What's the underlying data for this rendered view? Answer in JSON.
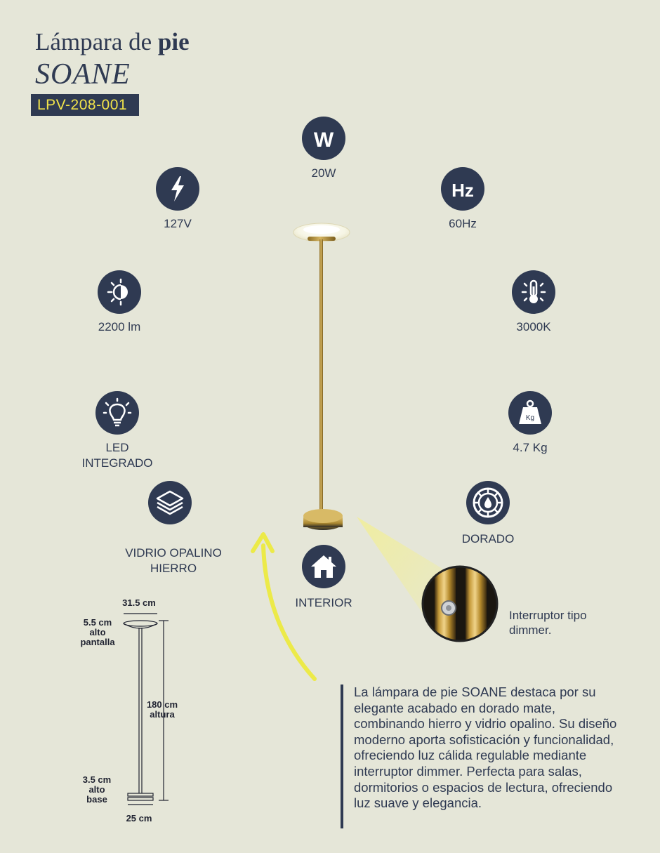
{
  "header": {
    "title_prefix": "Lámpara de ",
    "title_bold": "pie",
    "model_name": "SOANE",
    "product_code": "LPV-208-001"
  },
  "specs": {
    "watts": {
      "icon": "w-letter-icon",
      "label": "20W"
    },
    "voltage": {
      "icon": "lightning-icon",
      "label": "127V"
    },
    "frequency": {
      "icon": "hz-icon",
      "label": "60Hz"
    },
    "lumens": {
      "icon": "half-sun-icon",
      "label": "2200 lm"
    },
    "temperature": {
      "icon": "thermometer-icon",
      "label": "3000K"
    },
    "led": {
      "icon": "light-bulb-icon",
      "label_line1": "LED",
      "label_line2": "INTEGRADO"
    },
    "weight": {
      "icon": "weight-kg-icon",
      "label": "4.7 Kg",
      "icon_text": "Kg"
    },
    "materials": {
      "icon": "layers-icon",
      "label_line1": "VIDRIO OPALINO",
      "label_line2": "HIERRO"
    },
    "finish": {
      "icon": "color-drop-icon",
      "label": "DORADO"
    },
    "usage": {
      "icon": "house-icon",
      "label": "INTERIOR"
    }
  },
  "switch_detail": {
    "label_line1": "Interruptor tipo",
    "label_line2": "dimmer."
  },
  "dimensions": {
    "shade_width": "31.5 cm",
    "shade_height_line1": "5.5 cm",
    "shade_height_line2": "alto",
    "shade_height_line3": "pantalla",
    "total_height_line1": "180 cm",
    "total_height_line2": "altura",
    "base_height_line1": "3.5 cm",
    "base_height_line2": "alto",
    "base_height_line3": "base",
    "base_width": "25 cm"
  },
  "description": "La lámpara de pie SOANE destaca por su elegante acabado en dorado mate, combinando hierro y vidrio opalino. Su diseño moderno aporta sofisticación y funcionalidad, ofreciendo luz cálida regulable mediante interruptor dimmer. Perfecta para salas, dormitorios o espacios de lectura, ofreciendo luz suave y elegancia.",
  "colors": {
    "background": "#e5e6d8",
    "navy": "#2f3a52",
    "accent_yellow": "#f1e34a",
    "gold": "#b8943a"
  }
}
